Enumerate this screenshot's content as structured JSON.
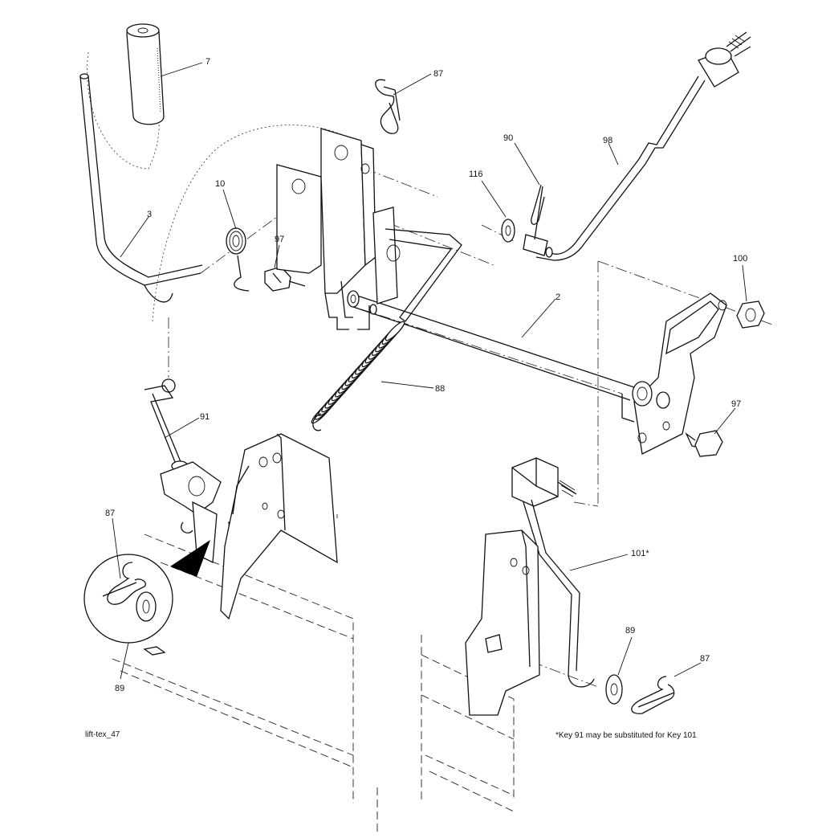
{
  "diagram": {
    "callouts": [
      "7",
      "87",
      "90",
      "98",
      "116",
      "10",
      "3",
      "97",
      "100",
      "2",
      "88",
      "91",
      "97",
      "87",
      "89",
      "101*",
      "89",
      "87"
    ],
    "figure_id": "lift-tex_47",
    "footnote": "*Key 91 may be substituted for Key 101"
  }
}
